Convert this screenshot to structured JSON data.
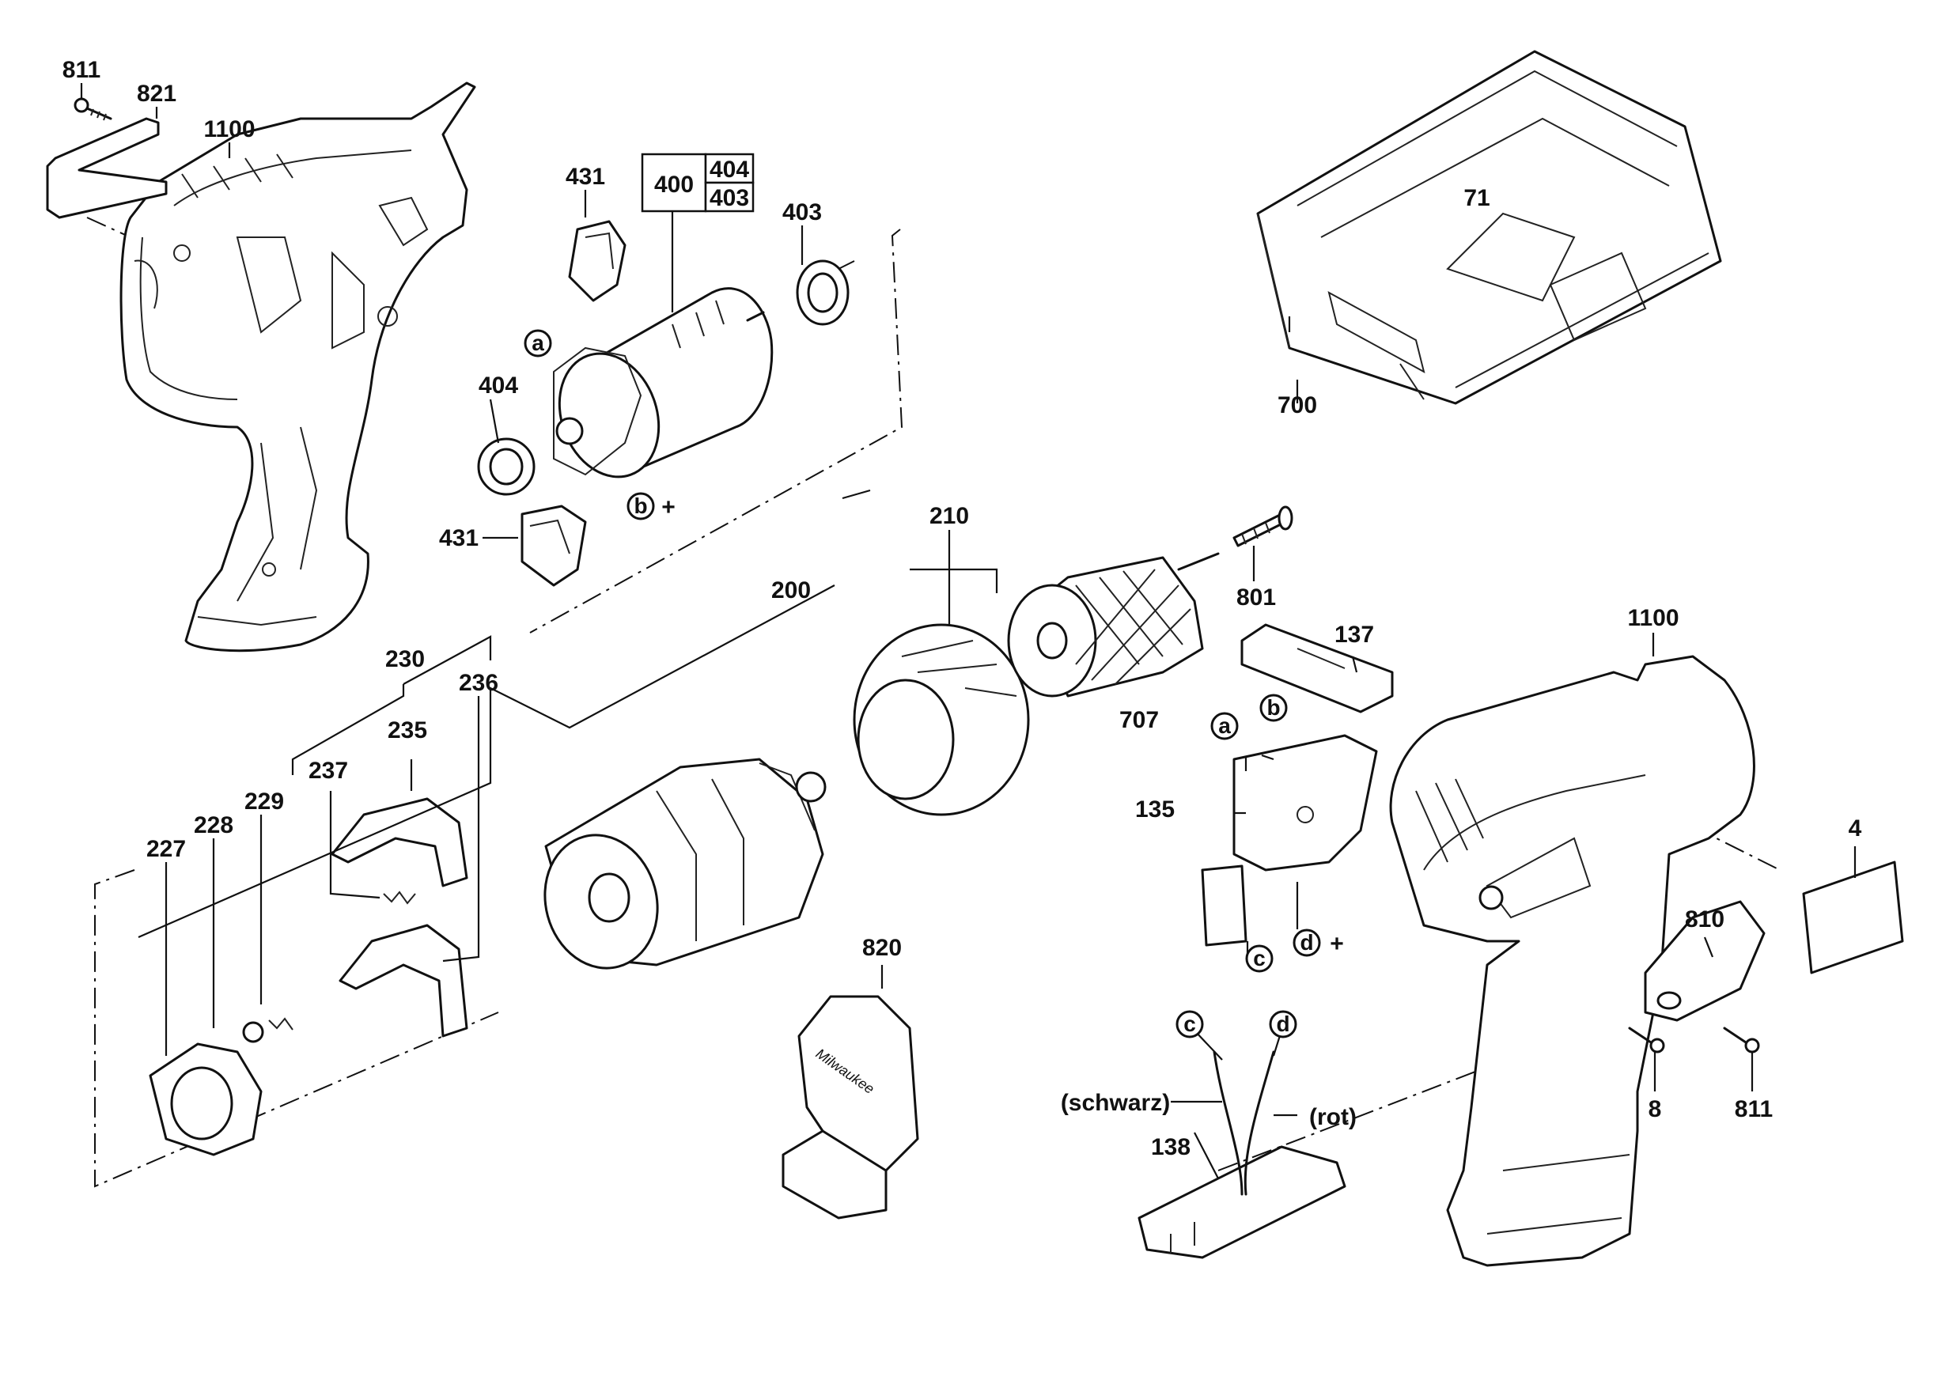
{
  "parts": {
    "p811_top": "811",
    "p821": "821",
    "p1100_top": "1100",
    "p431_top": "431",
    "p400": "400",
    "p404_box": "404",
    "p403_box": "403",
    "p403": "403",
    "p404": "404",
    "p431_bottom": "431",
    "p71": "71",
    "p700": "700",
    "p210": "210",
    "p200": "200",
    "p801": "801",
    "p137": "137",
    "p1100_right": "1100",
    "p230": "230",
    "p236": "236",
    "p235": "235",
    "p237": "237",
    "p229": "229",
    "p228": "228",
    "p227": "227",
    "p707": "707",
    "p135": "135",
    "p4": "4",
    "p810": "810",
    "p820": "820",
    "p8": "8",
    "p811_bottom": "811",
    "p138": "138"
  },
  "connectors": {
    "a": "a",
    "b": "b",
    "c": "c",
    "d": "d",
    "plus": "+"
  },
  "wire_labels": {
    "schwarz": "(schwarz)",
    "rot": "(rot)"
  },
  "brand_logo": "Milwaukee"
}
